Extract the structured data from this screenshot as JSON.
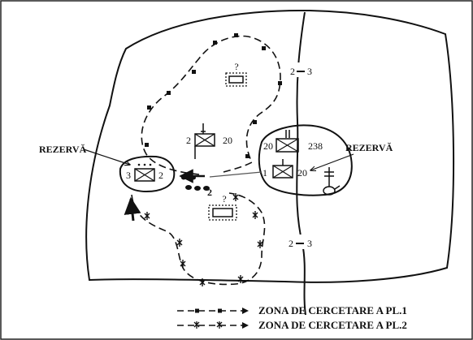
{
  "labels": {
    "reserve_left": "REZERVĂ",
    "reserve_right": "REZERVĂ",
    "boundary_top": {
      "left": "2",
      "right": "3"
    },
    "boundary_bottom": {
      "left": "2",
      "right": "3"
    }
  },
  "units": {
    "central": {
      "left": "2",
      "right": "20"
    },
    "reserve_left": {
      "left": "3",
      "right": "2"
    },
    "right_upper": {
      "left": "20",
      "right": "238"
    },
    "right_lower": {
      "left": "1",
      "right": "20"
    },
    "unknown_top": {
      "mark": "?"
    },
    "unknown_bottom": {
      "mark": "?"
    },
    "route_label": "2"
  },
  "legend": [
    {
      "text": "ZONA DE CERCETARE A PL.1"
    },
    {
      "text": "ZONA DE CERCETARE A PL.2"
    }
  ]
}
